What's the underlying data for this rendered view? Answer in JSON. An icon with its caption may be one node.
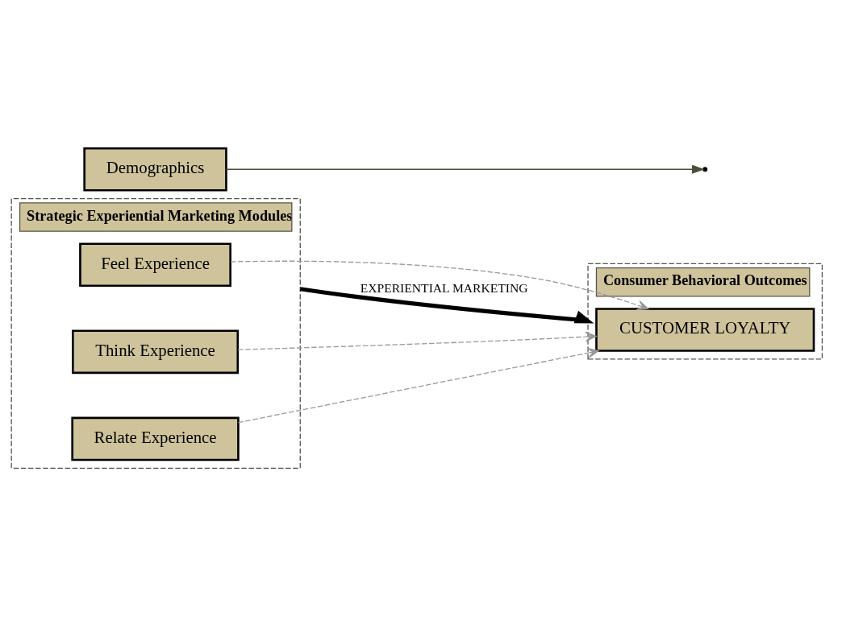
{
  "diagram": {
    "nodes": [
      {
        "text": [
          "Strategic Experiential Marketing Modules"
        ]
      },
      {
        "text": [
          "Feel Experience"
        ],
        "in": 0
      },
      {
        "text": [
          "Think Experience"
        ],
        "in": 0
      },
      {
        "text": [
          "Relate Experience"
        ],
        "in": 0
      },
      {
        "text": [
          "Demographics"
        ]
      },
      {
        "text": [
          "Consumer Behavioral Outcomes"
        ]
      },
      {
        "text": [
          "CUSTOMER LOYALTY"
        ],
        "in": 5
      }
    ],
    "edges": [
      {
        "from": 1,
        "to": 6,
        "arrow": "to",
        "style": "dashed"
      },
      {
        "from": 2,
        "to": 6,
        "arrow": "to",
        "style": "dashed"
      },
      {
        "from": 3,
        "to": 6,
        "arrow": "to",
        "style": "dashed"
      },
      {
        "from": 0,
        "to": 5,
        "arrow": "to",
        "label": "EXPERIENTIAL MARKETING",
        "style": "thick",
        "color": "#000000"
      },
      {
        "from": 4,
        "to": null,
        "arrow": "to",
        "color": "#4d4d3a"
      }
    ]
  }
}
